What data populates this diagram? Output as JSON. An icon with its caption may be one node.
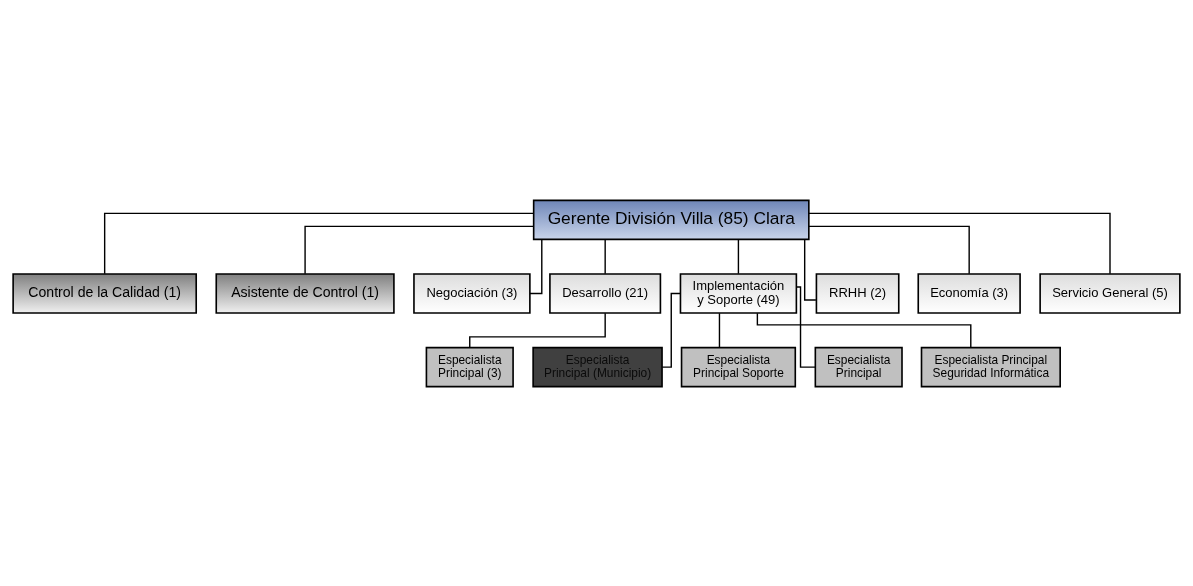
{
  "diagram": {
    "nodes": [
      {
        "text": [
          "Gerente División Villa (85) Clara"
        ]
      },
      {
        "text": [
          "Control de la Calidad (1)"
        ]
      },
      {
        "text": [
          "Asistente de Control (1)"
        ]
      },
      {
        "text": [
          "Negociación (3)"
        ]
      },
      {
        "text": [
          "Desarrollo (21)"
        ]
      },
      {
        "text": [
          "Implementación y Soporte (49)"
        ]
      },
      {
        "text": [
          "RRHH (2)"
        ]
      },
      {
        "text": [
          "Economía (3)"
        ]
      },
      {
        "text": [
          "Servicio General (5)"
        ]
      },
      {
        "text": [
          "Especialista Principal (3)"
        ]
      },
      {
        "text": [
          "Especialista Principal (Municipio)"
        ]
      },
      {
        "text": [
          "Especialista Principal Soporte"
        ]
      },
      {
        "text": [
          "Especialista Principal"
        ]
      },
      {
        "text": [
          "Especialista Principal Seguridad Informática"
        ]
      }
    ],
    "edges": [
      {
        "from": 0,
        "to": 1,
        "arrow": "none"
      },
      {
        "from": 0,
        "to": 2,
        "arrow": "none"
      },
      {
        "from": 0,
        "to": 3,
        "arrow": "none"
      },
      {
        "from": 0,
        "to": 4,
        "arrow": "none"
      },
      {
        "from": 0,
        "to": 5,
        "arrow": "none"
      },
      {
        "from": 0,
        "to": 6,
        "arrow": "none"
      },
      {
        "from": 0,
        "to": 7,
        "arrow": "none"
      },
      {
        "from": 0,
        "to": 8,
        "arrow": "none"
      },
      {
        "from": 4,
        "to": 9,
        "arrow": "none"
      },
      {
        "from": 5,
        "to": 10,
        "arrow": "none"
      },
      {
        "from": 5,
        "to": 11,
        "arrow": "none"
      },
      {
        "from": 5,
        "to": 12,
        "arrow": "none"
      },
      {
        "from": 5,
        "to": 13,
        "arrow": "none"
      }
    ]
  }
}
